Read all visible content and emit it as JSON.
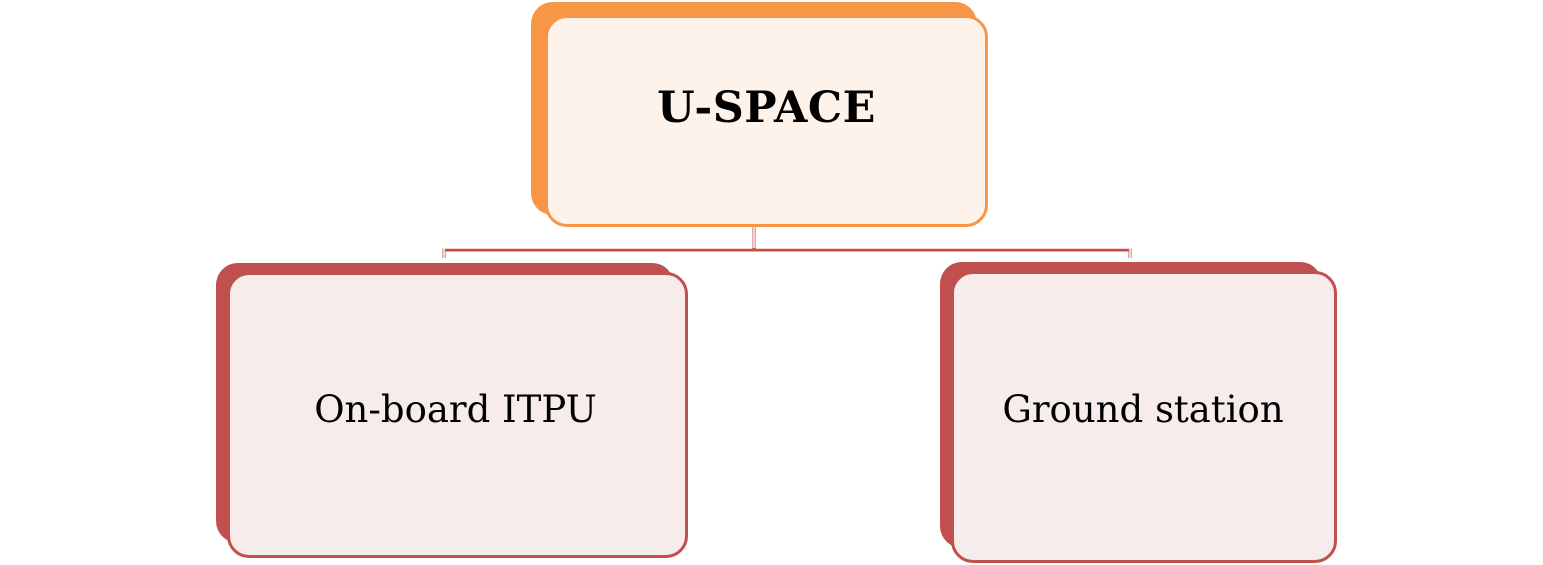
{
  "root": {
    "label": "U-SPACE"
  },
  "children": [
    {
      "label": "On-board ITPU"
    },
    {
      "label": "Ground station"
    }
  ],
  "colors": {
    "root_accent": "#f79646",
    "root_fill": "#fef3ea",
    "child_accent": "#c0504d",
    "child_fill": "#f6eceb",
    "connector": "#c0504d"
  }
}
